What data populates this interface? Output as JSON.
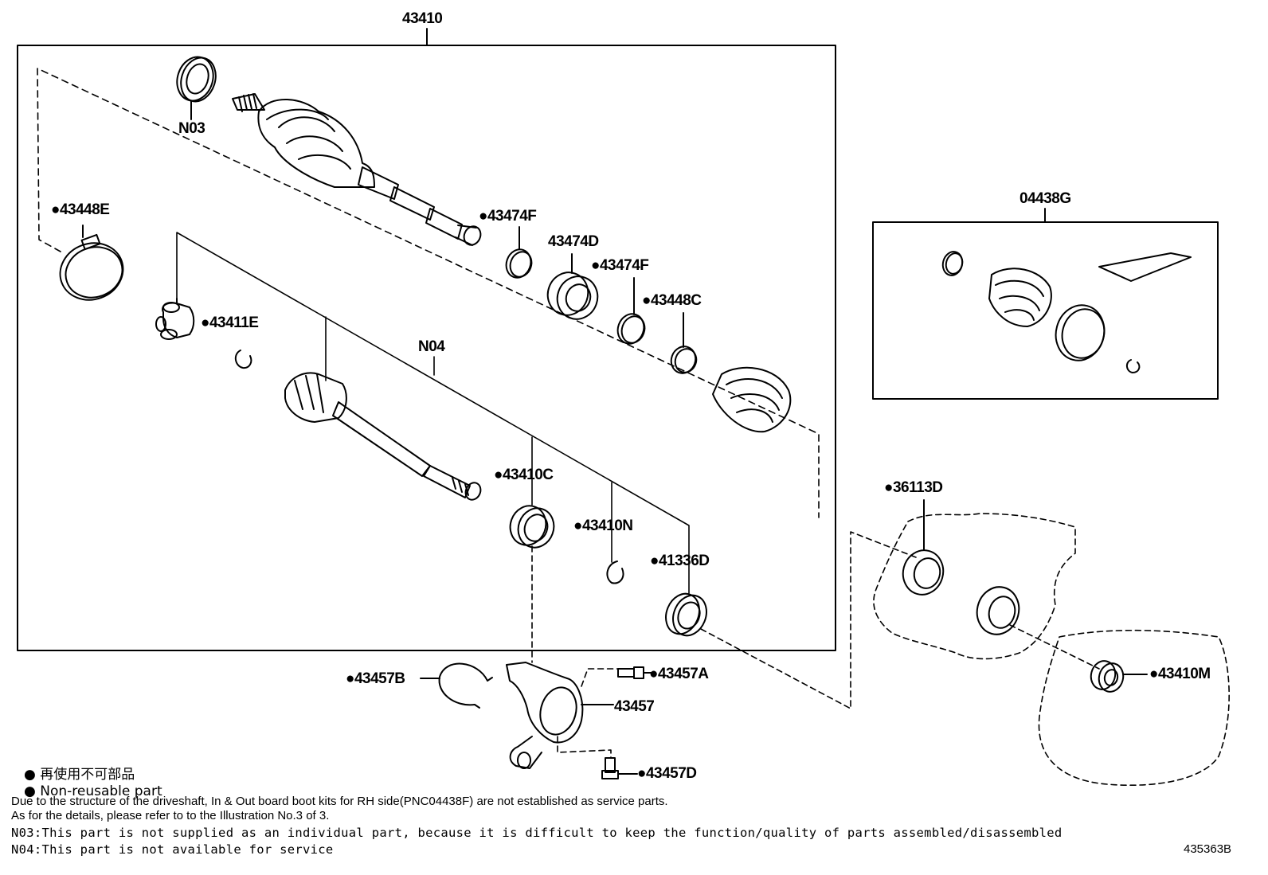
{
  "labels": {
    "p43410": "43410",
    "p04438G": "04438G",
    "pN03": "N03",
    "pN04": "N04",
    "p43448E": "●43448E",
    "p43474F_a": "●43474F",
    "p43474D": "43474D",
    "p43474F_b": "●43474F",
    "p43448C": "●43448C",
    "p43411E": "●43411E",
    "p43410C": "●43410C",
    "p43410N": "●43410N",
    "p41336D": "●41336D",
    "p36113D": "●36113D",
    "p43410M": "●43410M",
    "p43457A": "●43457A",
    "p43457B": "●43457B",
    "p43457": "43457",
    "p43457D": "●43457D"
  },
  "legend": {
    "jp": "● 再使用不可部品",
    "en": "● Non-reusable part"
  },
  "notes": {
    "line1": "Due to the structure of the driveshaft, In & Out board  boot kits for RH side(PNC04438F) are not established as service parts.",
    "line2": "As for the details, please refer to to the Illustration No.3 of 3.",
    "line3": "N03:This part is not supplied as an individual part, because it is difficult to keep the function/quality of parts assembled/disassembled",
    "line4": "N04:This part is not available for service"
  },
  "illustration_id": "435363B"
}
